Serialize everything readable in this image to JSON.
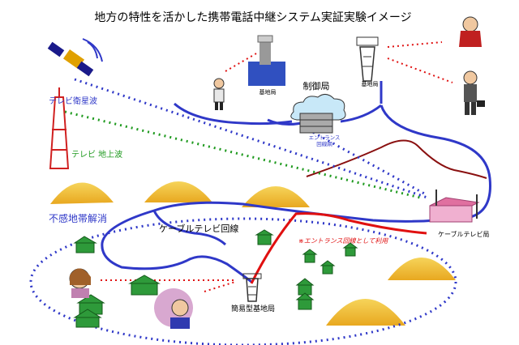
{
  "title": "地方の特性を活かした携帯電話中継システム実証実験イメージ",
  "labels": {
    "satellite_wave": "テレビ衛星波",
    "terrestrial_wave": "テレビ 地上波",
    "control_station": "制御局",
    "entrance_line_1": "エントランス",
    "entrance_line_2": "回線網",
    "base_station_left": "基地局",
    "base_station_right": "基地局",
    "blind_zone": "不感地帯解消",
    "cable_tv_line": "ケーブルテレビ回線",
    "cable_tv_station": "ケーブルテレビ局",
    "entrance_usage_note": "※エントランス回線として利用",
    "simple_base_station": "簡易型基地局"
  },
  "colors": {
    "cable_line": "#2f38c8",
    "satellite_dotted": "#2f38c8",
    "terrestrial_dotted": "#1f9a1f",
    "entrance_red": "#e01010",
    "terrain_curve": "#8a1010",
    "mountain": "#f2c23a",
    "house": "#2e9a3a"
  }
}
